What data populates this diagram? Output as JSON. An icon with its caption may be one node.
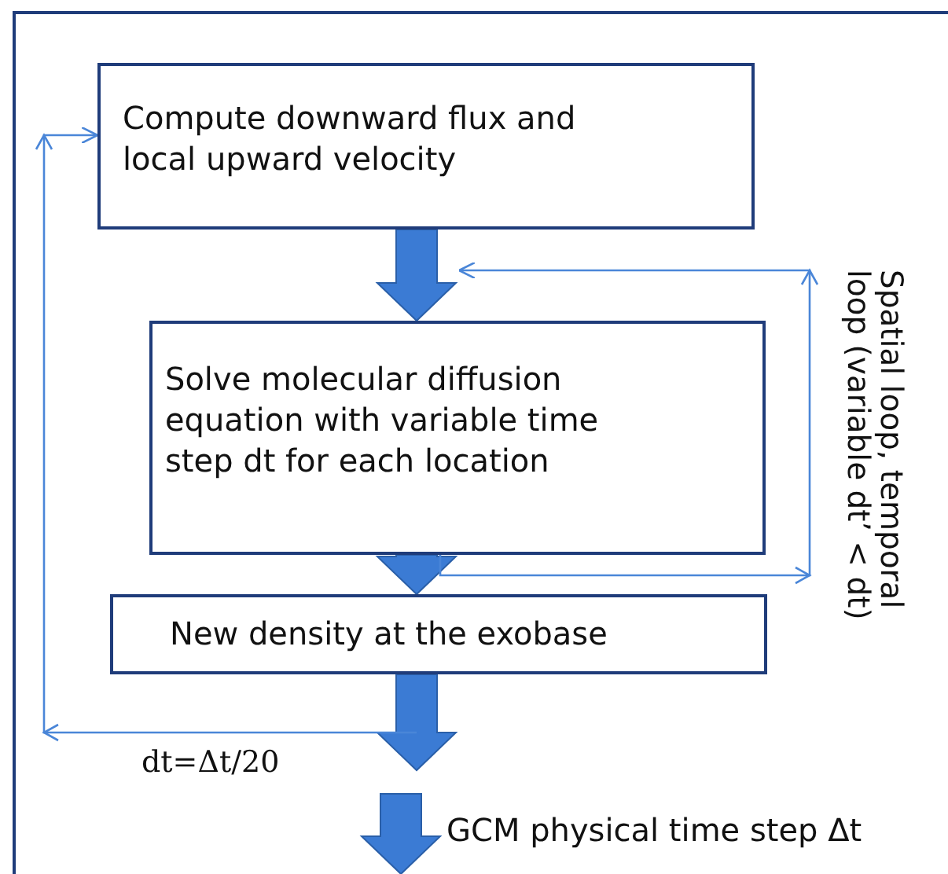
{
  "diagram": {
    "nodes": [
      {
        "text": [
          "Compute downward flux and local upward velocity"
        ]
      },
      {
        "text": [
          "Solve molecular diffusion equation with variable time step dt for each location"
        ]
      },
      {
        "text": [
          "New density at the exobase"
        ]
      }
    ],
    "edges": [
      {
        "from": 0,
        "to": 1,
        "arrow": "to",
        "style": "thick"
      },
      {
        "from": 1,
        "to": 2,
        "arrow": "to",
        "style": "thick"
      },
      {
        "from": 2,
        "to": null,
        "arrow": "to",
        "style": "thick"
      },
      {
        "from": null,
        "to": 0,
        "arrow": "to",
        "color": "#4a86d8"
      },
      {
        "from": 1,
        "to": null,
        "arrow": "to",
        "color": "#4a86d8"
      }
    ],
    "labels": [
      "Spatial loop, temporal loop (variable dt’ < dt)",
      "dt=Δt/20",
      "GCM physical time step Δt"
    ]
  }
}
